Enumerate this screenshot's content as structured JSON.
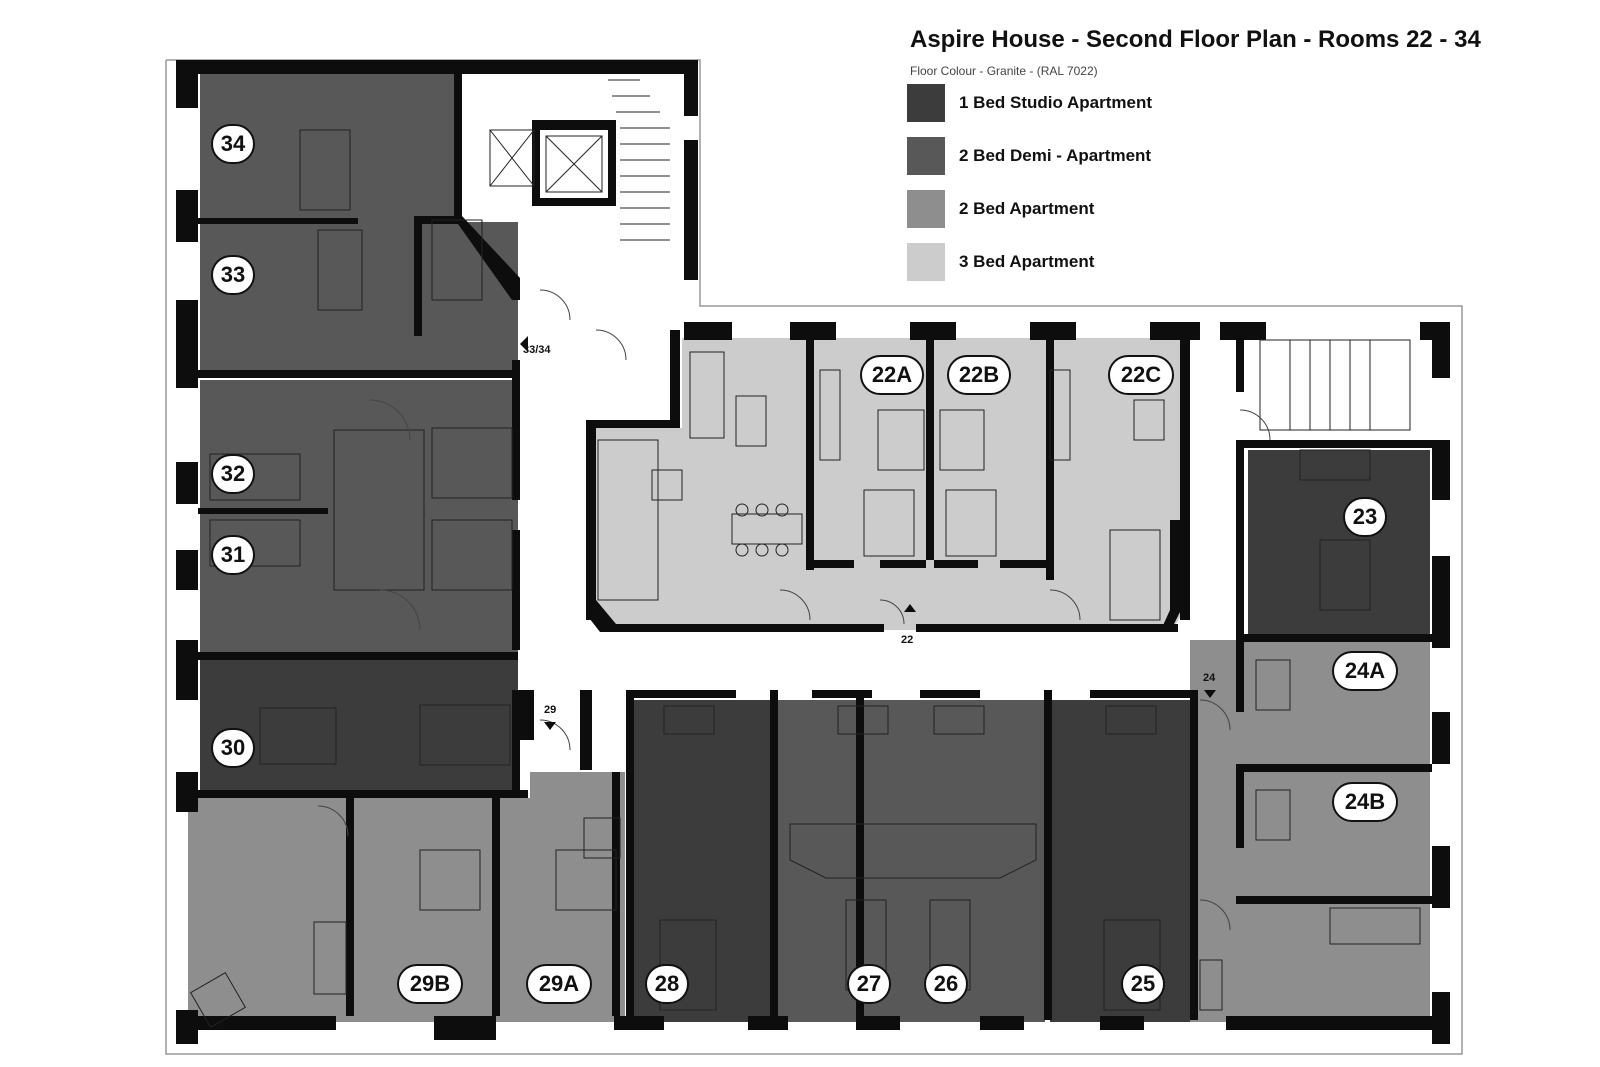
{
  "header": {
    "title": "Aspire House - Second Floor Plan - Rooms 22 - 34",
    "subtitle": "Floor Colour - Granite - (RAL 7022)"
  },
  "legend": [
    {
      "label": "1 Bed Studio Apartment",
      "color": "#3c3c3c"
    },
    {
      "label": "2 Bed Demi - Apartment",
      "color": "#585858"
    },
    {
      "label": "2 Bed Apartment",
      "color": "#8e8e8e"
    },
    {
      "label": "3 Bed Apartment",
      "color": "#cccccc"
    }
  ],
  "colors": {
    "wall": "#0d0d0d",
    "corridor": "#ffffff",
    "studio": "#3c3c3c",
    "demi": "#585858",
    "two_bed": "#8e8e8e",
    "three_bed": "#cccccc"
  },
  "rooms": {
    "r34": "34",
    "r33": "33",
    "r32": "32",
    "r31": "31",
    "r30": "30",
    "r29b": "29B",
    "r29a": "29A",
    "r28": "28",
    "r27": "27",
    "r26": "26",
    "r25": "25",
    "r24b": "24B",
    "r24a": "24A",
    "r23": "23",
    "r22a": "22A",
    "r22b": "22B",
    "r22c": "22C"
  },
  "entrances": {
    "e3334": "33/34",
    "e29": "29",
    "e22": "22",
    "e24": "24"
  }
}
